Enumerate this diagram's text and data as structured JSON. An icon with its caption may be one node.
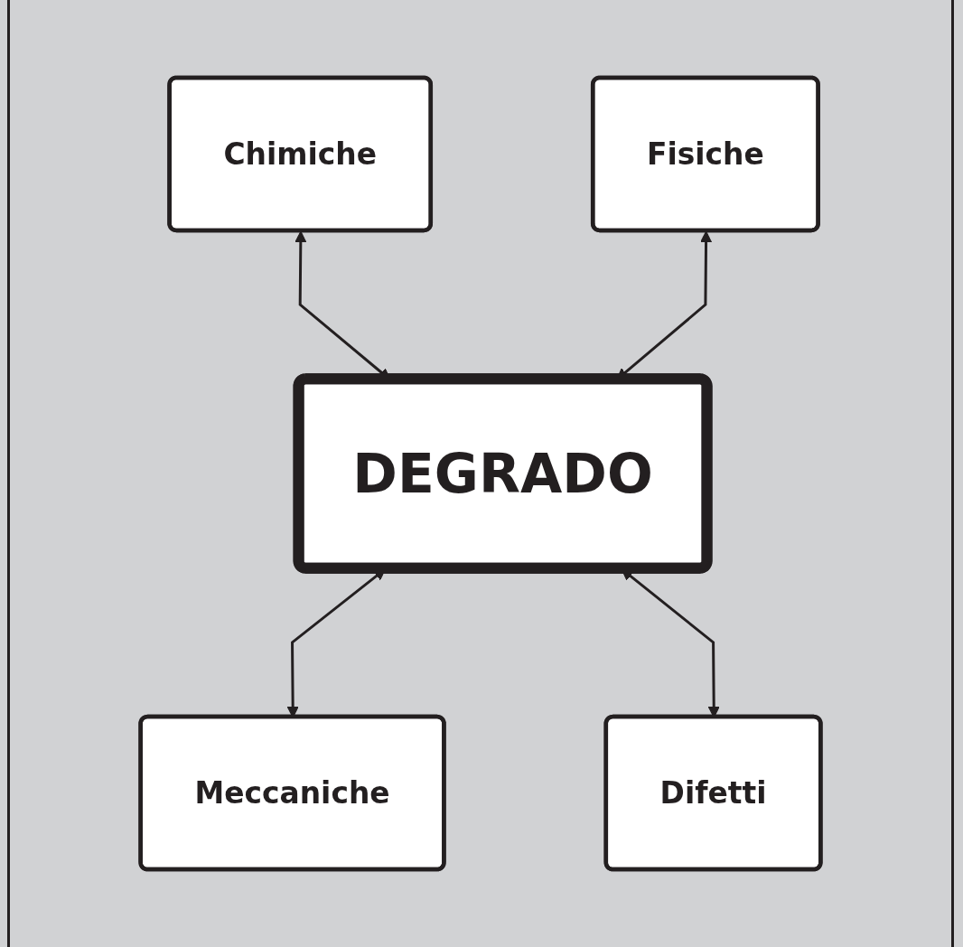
{
  "diagram": {
    "nodes": [
      {
        "text": [
          "Chimiche"
        ]
      },
      {
        "text": [
          "Fisiche"
        ]
      },
      {
        "text": [
          "DEGRADO"
        ]
      },
      {
        "text": [
          "Meccaniche"
        ]
      },
      {
        "text": [
          "Difetti"
        ]
      }
    ],
    "edges": [
      {
        "from": 0,
        "to": 2,
        "arrow": "both"
      },
      {
        "from": 1,
        "to": 2,
        "arrow": "both"
      },
      {
        "from": 2,
        "to": 3,
        "arrow": "both"
      },
      {
        "from": 2,
        "to": 4,
        "arrow": "both"
      }
    ]
  }
}
